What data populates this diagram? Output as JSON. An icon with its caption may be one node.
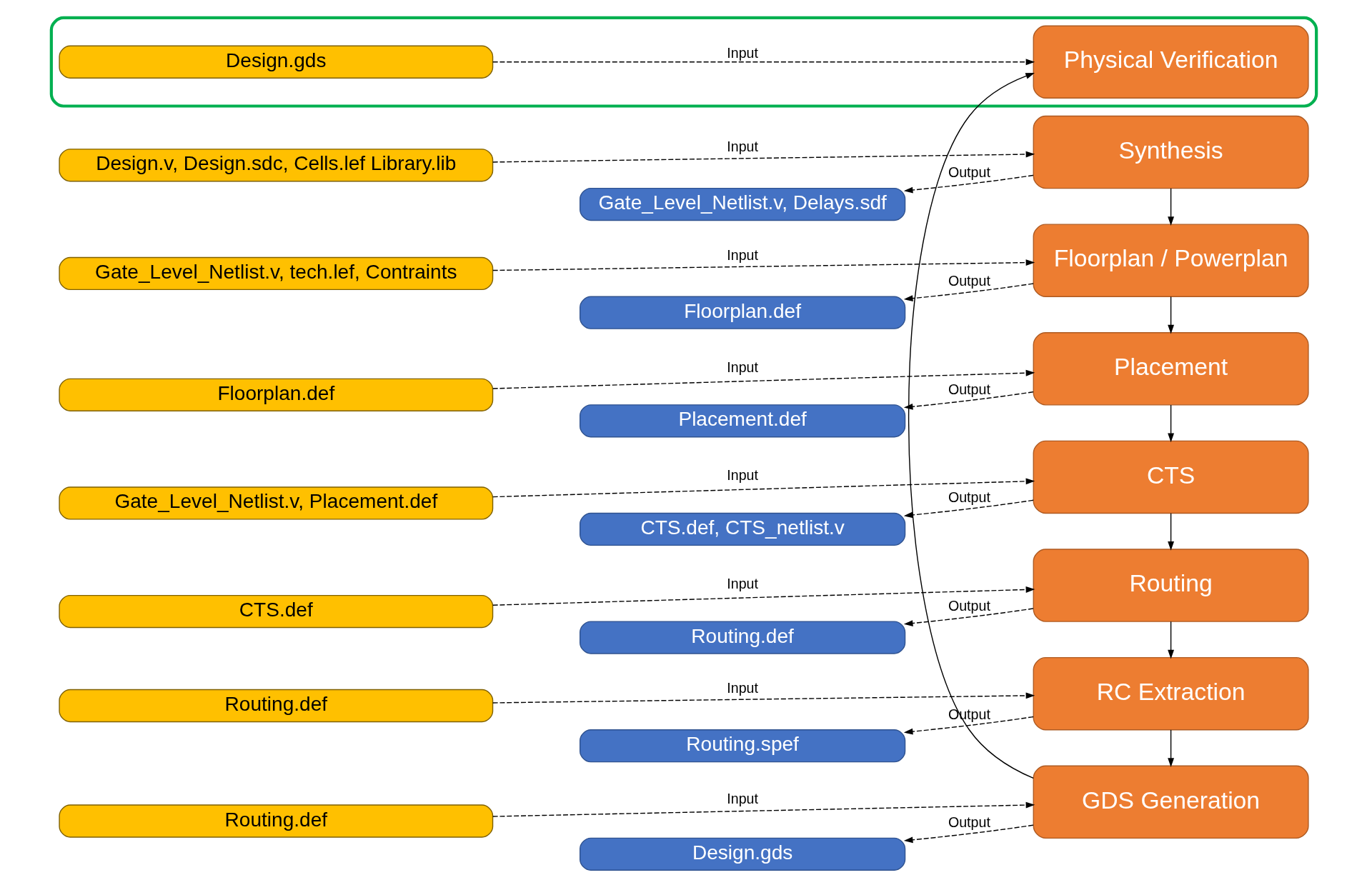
{
  "diagram": {
    "nodes": [
      {
        "text": [
          "Design.v, Design.sdc, Cells.lef Library.lib"
        ]
      },
      {
        "text": [
          "Synthesis"
        ]
      },
      {
        "text": [
          "Gate_Level_Netlist.v, Delays.sdf"
        ]
      },
      {
        "text": [
          "Gate_Level_Netlist.v, tech.lef, Contraints"
        ]
      },
      {
        "text": [
          "Floorplan / Powerplan"
        ]
      },
      {
        "text": [
          "Floorplan.def"
        ]
      },
      {
        "text": [
          "Floorplan.def"
        ]
      },
      {
        "text": [
          "Placement"
        ]
      },
      {
        "text": [
          "Placement.def"
        ]
      },
      {
        "text": [
          "Gate_Level_Netlist.v, Placement.def"
        ]
      },
      {
        "text": [
          "CTS"
        ]
      },
      {
        "text": [
          "CTS.def, CTS_netlist.v"
        ]
      },
      {
        "text": [
          "CTS.def"
        ]
      },
      {
        "text": [
          "Routing"
        ]
      },
      {
        "text": [
          "Routing.def"
        ]
      },
      {
        "text": [
          "Routing.def"
        ]
      },
      {
        "text": [
          "RC Extraction"
        ]
      },
      {
        "text": [
          "Routing.spef"
        ]
      },
      {
        "text": [
          "Routing.def"
        ]
      },
      {
        "text": [
          "GDS Generation"
        ]
      },
      {
        "text": [
          "Design.gds"
        ]
      },
      {
        "text": [],
        "shape": "box"
      },
      {
        "text": [
          "Design.gds"
        ],
        "in": 21
      },
      {
        "text": [
          "Physical Verification"
        ],
        "in": 21
      }
    ],
    "edges": [
      {
        "from": 0,
        "to": 1,
        "arrow": "to",
        "label": "Input",
        "style": "dashed"
      },
      {
        "from": 1,
        "to": 2,
        "arrow": "to",
        "label": "Output",
        "style": "dashed"
      },
      {
        "from": 1,
        "to": 4,
        "arrow": "to"
      },
      {
        "from": 3,
        "to": 4,
        "arrow": "to",
        "label": "Input",
        "style": "dashed"
      },
      {
        "from": 4,
        "to": 5,
        "arrow": "to",
        "label": "Output",
        "style": "dashed"
      },
      {
        "from": 4,
        "to": 7,
        "arrow": "to"
      },
      {
        "from": 6,
        "to": 7,
        "arrow": "to",
        "label": "Input",
        "style": "dashed"
      },
      {
        "from": 7,
        "to": 8,
        "arrow": "to",
        "label": "Output",
        "style": "dashed"
      },
      {
        "from": 7,
        "to": 10,
        "arrow": "to"
      },
      {
        "from": 9,
        "to": 10,
        "arrow": "to",
        "label": "Input",
        "style": "dashed"
      },
      {
        "from": 10,
        "to": 11,
        "arrow": "to",
        "label": "Output",
        "style": "dashed"
      },
      {
        "from": 10,
        "to": 13,
        "arrow": "to"
      },
      {
        "from": 12,
        "to": 13,
        "arrow": "to",
        "label": "Input",
        "style": "dashed"
      },
      {
        "from": 13,
        "to": 14,
        "arrow": "to",
        "label": "Output",
        "style": "dashed"
      },
      {
        "from": 13,
        "to": 16,
        "arrow": "to"
      },
      {
        "from": 15,
        "to": 16,
        "arrow": "to",
        "label": "Input",
        "style": "dashed"
      },
      {
        "from": 16,
        "to": 17,
        "arrow": "to",
        "label": "Output",
        "style": "dashed"
      },
      {
        "from": 16,
        "to": 19,
        "arrow": "to"
      },
      {
        "from": 18,
        "to": 19,
        "arrow": "to",
        "label": "Input",
        "style": "dashed"
      },
      {
        "from": 19,
        "to": 20,
        "arrow": "to",
        "label": "Output",
        "style": "dashed"
      },
      {
        "from": 19,
        "to": 23,
        "arrow": "to"
      },
      {
        "from": 22,
        "to": 23,
        "arrow": "to",
        "label": "Input",
        "style": "dashed"
      }
    ]
  }
}
